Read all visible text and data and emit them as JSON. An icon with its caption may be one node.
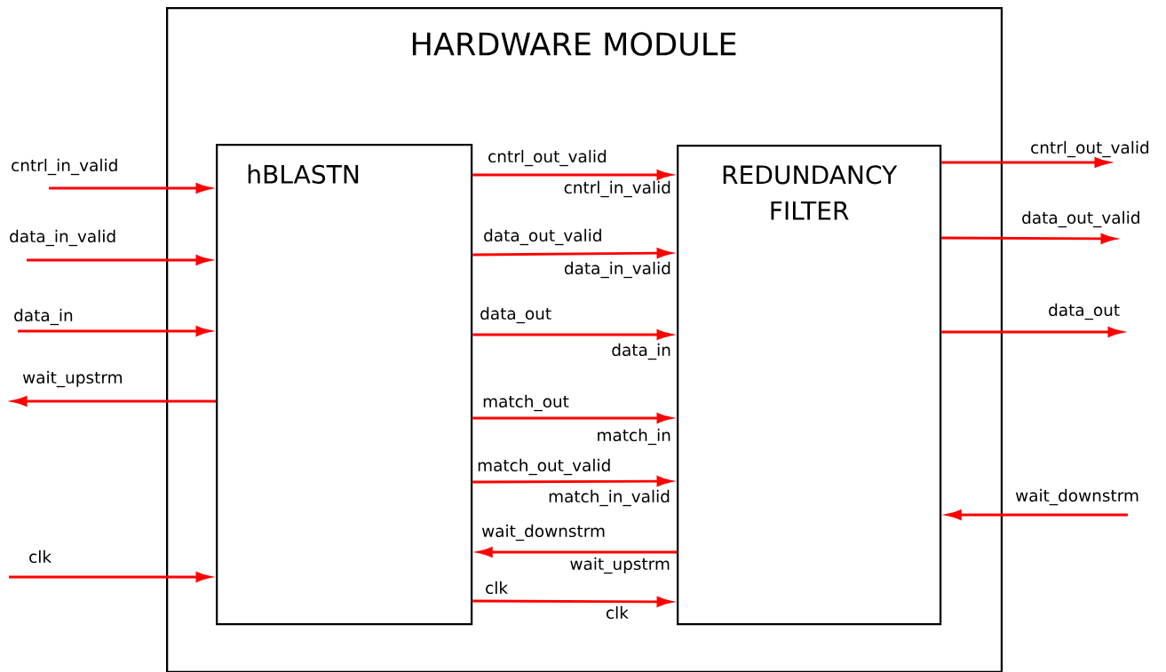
{
  "diagram": {
    "nodes": [
      {
        "text": [
          "HARDWARE MODULE"
        ]
      },
      {
        "text": [
          "hBLASTN"
        ],
        "in": 0
      },
      {
        "text": [
          "REDUNDANCY FILTER"
        ],
        "in": 0
      }
    ],
    "edges": [
      {
        "from": null,
        "to": 1,
        "arrow": "to",
        "label": "cntrl_in_valid"
      },
      {
        "from": null,
        "to": 1,
        "arrow": "to",
        "label": "data_in_valid"
      },
      {
        "from": null,
        "to": 1,
        "arrow": "to",
        "label": "data_in"
      },
      {
        "from": 1,
        "to": null,
        "arrow": "to",
        "label": "wait_upstrm"
      },
      {
        "from": null,
        "to": 1,
        "arrow": "to",
        "label": "clk"
      },
      {
        "from": 1,
        "to": 2,
        "arrow": "to",
        "label": "cntrl_out_valid"
      },
      {
        "from": 1,
        "to": 2,
        "arrow": "to",
        "label": "data_out_valid"
      },
      {
        "from": 1,
        "to": 2,
        "arrow": "to",
        "label": "data_out"
      },
      {
        "from": 1,
        "to": 2,
        "arrow": "to",
        "label": "match_out"
      },
      {
        "from": 1,
        "to": 2,
        "arrow": "to",
        "label": "match_out_valid"
      },
      {
        "from": 2,
        "to": 1,
        "arrow": "to",
        "label": "wait_downstrm"
      },
      {
        "from": 1,
        "to": 2,
        "arrow": "to",
        "label": "clk"
      },
      {
        "from": 2,
        "to": null,
        "arrow": "to",
        "label": "cntrl_out_valid"
      },
      {
        "from": 2,
        "to": null,
        "arrow": "to",
        "label": "data_out_valid"
      },
      {
        "from": 2,
        "to": null,
        "arrow": "to",
        "label": "data_out"
      },
      {
        "from": null,
        "to": 2,
        "arrow": "to",
        "label": "wait_downstrm"
      }
    ],
    "labels": [
      "cntrl_in_valid",
      "data_in_valid",
      "data_in",
      "match_in",
      "match_in_valid",
      "wait_upstrm",
      "clk"
    ]
  }
}
